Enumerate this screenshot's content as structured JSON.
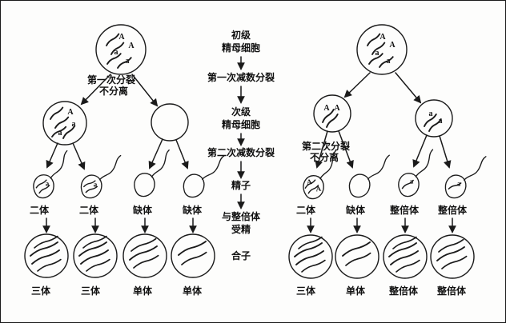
{
  "colors": {
    "ink": "#1a1a1a",
    "background": "#fdfdfc"
  },
  "chrom": {
    "A": "A",
    "a": "a"
  },
  "center": {
    "primary1": "初级",
    "primary2": "精母细胞",
    "meiosis1": "第一次减数分裂",
    "secondary1": "次级",
    "secondary2": "精母细胞",
    "meiosis2": "第二次减数分裂",
    "sperm": "精子",
    "fert1": "与整倍体",
    "fert2": "受精",
    "zygote": "合子"
  },
  "left": {
    "nd1": "第一次分裂",
    "nd2": "不分离",
    "sperm_labels": [
      "二体",
      "二体",
      "缺体",
      "缺体"
    ],
    "zygote_labels": [
      "三体",
      "三体",
      "单体",
      "单体"
    ]
  },
  "right": {
    "nd1": "第二次分裂",
    "nd2": "不分离",
    "sperm_labels": [
      "二体",
      "缺体",
      "整倍体",
      "整倍体"
    ],
    "zygote_labels": [
      "三体",
      "单体",
      "整倍体",
      "整倍体"
    ]
  }
}
